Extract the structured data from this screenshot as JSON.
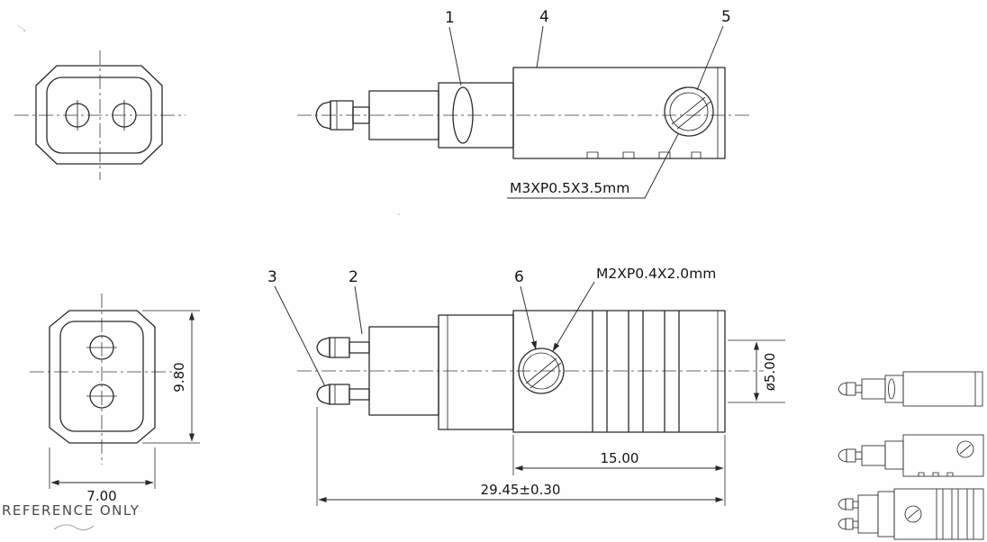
{
  "callouts": {
    "n1": "1",
    "n2": "2",
    "n3": "3",
    "n4": "4",
    "n5": "5",
    "n6": "6"
  },
  "notes": {
    "thread_top": "M3XP0.5X3.5mm",
    "thread_bottom": "M2XP0.4X2.0mm",
    "reference": "REFERENCE ONLY"
  },
  "dimensions": {
    "front_height": "9.80",
    "front_width": "7.00",
    "barrel_diameter": "ø5.00",
    "body_length": "15.00",
    "overall_length": "29.45±0.30"
  }
}
